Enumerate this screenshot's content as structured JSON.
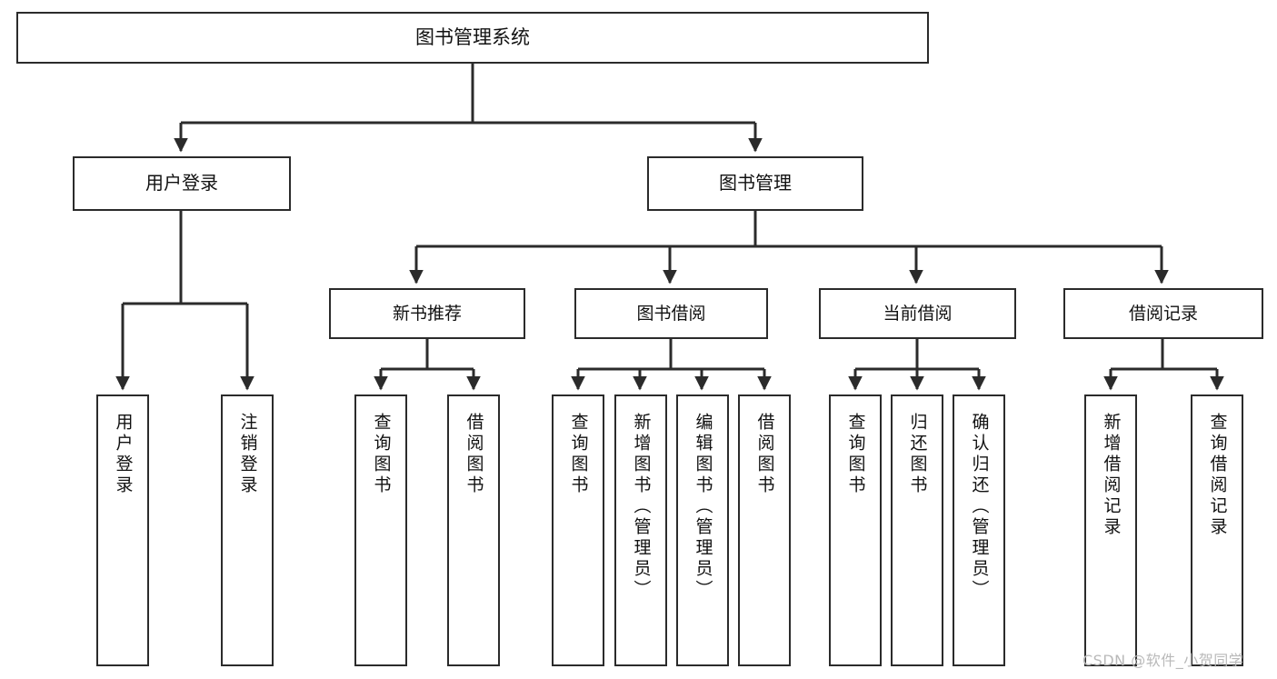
{
  "diagram": {
    "title": "图书管理系统",
    "type": "tree-hierarchy-chart",
    "root": {
      "label": "图书管理系统"
    },
    "level2": [
      {
        "label": "用户登录"
      },
      {
        "label": "图书管理"
      }
    ],
    "level3": [
      {
        "label": "新书推荐"
      },
      {
        "label": "图书借阅"
      },
      {
        "label": "当前借阅"
      },
      {
        "label": "借阅记录"
      }
    ],
    "leaves": [
      {
        "label": "用户登录"
      },
      {
        "label": "注销登录"
      },
      {
        "label": "查询图书"
      },
      {
        "label": "借阅图书"
      },
      {
        "label": "查询图书"
      },
      {
        "label": "新增图书（管理员）"
      },
      {
        "label": "编辑图书（管理员）"
      },
      {
        "label": "借阅图书"
      },
      {
        "label": "查询图书"
      },
      {
        "label": "归还图书"
      },
      {
        "label": "确认归还（管理员）"
      },
      {
        "label": "新增借阅记录"
      },
      {
        "label": "查询借阅记录"
      }
    ]
  },
  "watermark": {
    "text": "CSDN @软件_小贺同学"
  },
  "colors": {
    "box_border": "#2b2b2b",
    "box_fill": "#ffffff",
    "line": "#2b2b2b",
    "text": "#111111",
    "watermark": "#b9b9b9",
    "page_background": "#ffffff"
  }
}
